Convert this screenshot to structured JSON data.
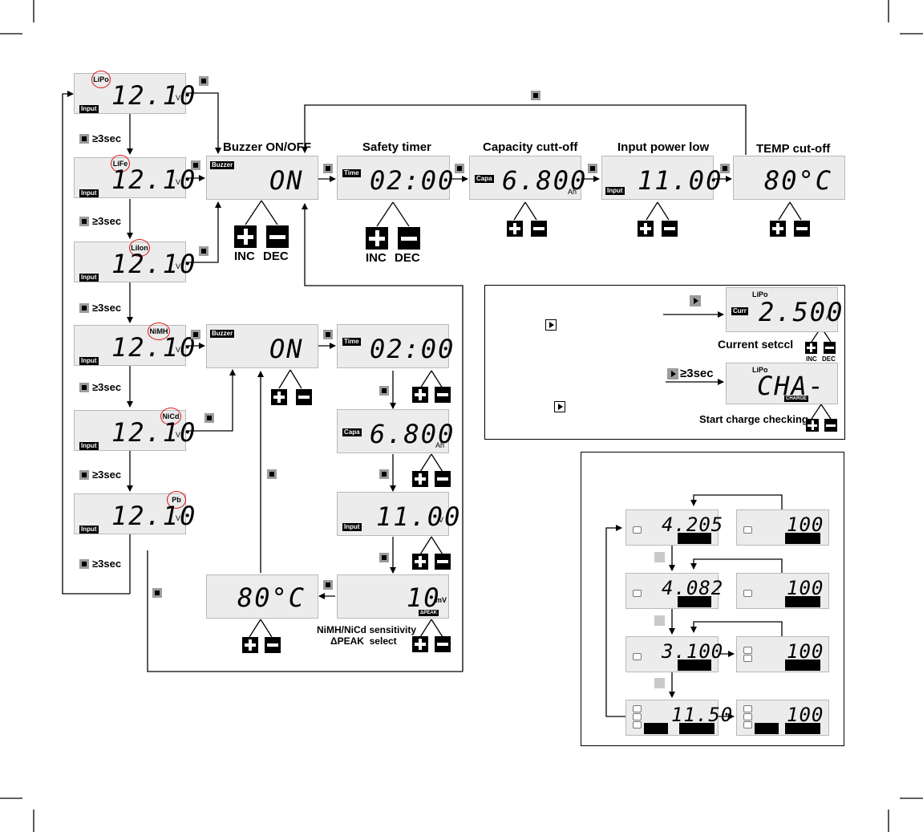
{
  "chemistry_screens": [
    {
      "chem": "LiPo",
      "value": "12.10",
      "unit": "V",
      "tag": "Input"
    },
    {
      "chem": "LiFe",
      "value": "12.10",
      "unit": "V",
      "tag": "Input"
    },
    {
      "chem": "LiIon",
      "value": "12.10",
      "unit": "V",
      "tag": "Input"
    },
    {
      "chem": "NiMH",
      "value": "12.10",
      "unit": "V",
      "tag": "Input"
    },
    {
      "chem": "NiCd",
      "value": "12.10",
      "unit": "V",
      "tag": "Input"
    },
    {
      "chem": "Pb",
      "value": "12.10",
      "unit": "V",
      "tag": "Input"
    }
  ],
  "hold_label": "≥3sec",
  "settings_row": {
    "buzzer": {
      "title": "Buzzer ON/OFF",
      "tag": "Buzzer",
      "value": "ON"
    },
    "safety": {
      "title": "Safety timer",
      "tag": "Time",
      "value": "02:00"
    },
    "capacity": {
      "title": "Capacity cutt-off",
      "tag": "Capa",
      "value": "6.800",
      "unit": "Ah"
    },
    "input_low": {
      "title": "Input power low",
      "tag": "Input",
      "value": "11.00"
    },
    "temp": {
      "title": "TEMP cut-off",
      "value": "80°C"
    }
  },
  "inc_label": "INC",
  "dec_label": "DEC",
  "ni_chain": {
    "buzzer": {
      "tag": "Buzzer",
      "value": "ON"
    },
    "time": {
      "tag": "Time",
      "value": "02:00"
    },
    "capa": {
      "tag": "Capa",
      "value": "6.800",
      "unit": "Ah"
    },
    "input": {
      "tag": "Input",
      "value": "11.00",
      "unit": "V"
    },
    "peak": {
      "value": "10",
      "unit": "mV",
      "tag": "ΔPEAK"
    },
    "temp": {
      "value": "80°C"
    },
    "sensitivity_line1": "NiMH/NiCd sensitivity",
    "sensitivity_line2": "ΔPEAK  select"
  },
  "quick_panel": {
    "current": {
      "chem": "LiPo",
      "tag": "Curr",
      "value": "2.500",
      "unit": "A",
      "label": "Current setccl"
    },
    "charge": {
      "chem": "LiPo",
      "value": "CHA-",
      "tag": "CHARGE",
      "label": "Start charge checking"
    }
  },
  "cell_panel": {
    "rows": [
      {
        "left": "4.205",
        "right": "100"
      },
      {
        "left": "4.082",
        "right": "100"
      },
      {
        "left": "3.100",
        "right": "100"
      },
      {
        "left": "11.50",
        "right": "100"
      }
    ]
  }
}
